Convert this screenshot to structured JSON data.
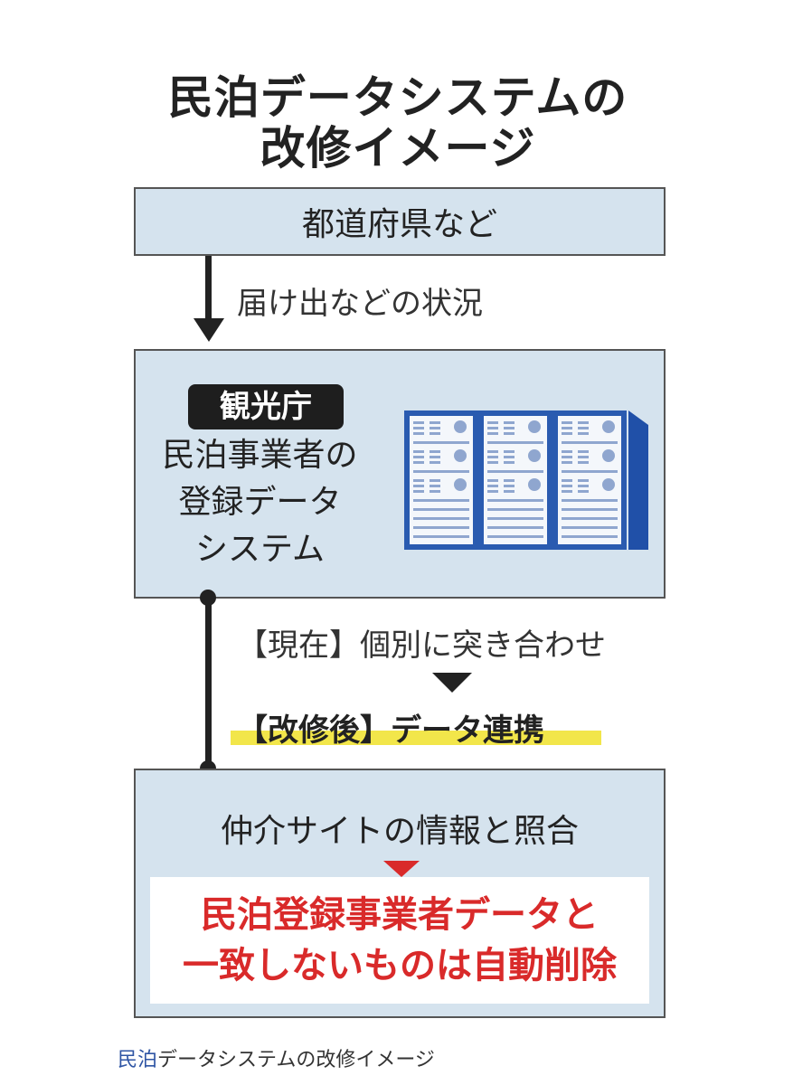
{
  "title": {
    "line1": "民泊データシステムの",
    "line2": "改修イメージ"
  },
  "box_prefecture": {
    "label": "都道府県など"
  },
  "arrow_label": "届け出などの状況",
  "box_agency": {
    "badge": "観光庁",
    "lines": [
      "民泊事業者の",
      "登録データ",
      "システム"
    ],
    "icon": "server-rack-icon"
  },
  "current_label": "【現在】個別に突き合わせ",
  "after_label": "【改修後】データ連携",
  "box_matching": {
    "label": "仲介サイトの情報と照合",
    "result_lines": [
      "民泊登録事業者データと",
      "一致しないものは自動削除"
    ]
  },
  "caption": {
    "link": "民泊",
    "text": "データシステムの改修イメージ"
  },
  "colors": {
    "box_bg": "#d5e3ee",
    "server_blue": "#2a5bb0",
    "red": "#d92a2a",
    "highlight": "#f2e64a",
    "link": "#2f55a4"
  }
}
